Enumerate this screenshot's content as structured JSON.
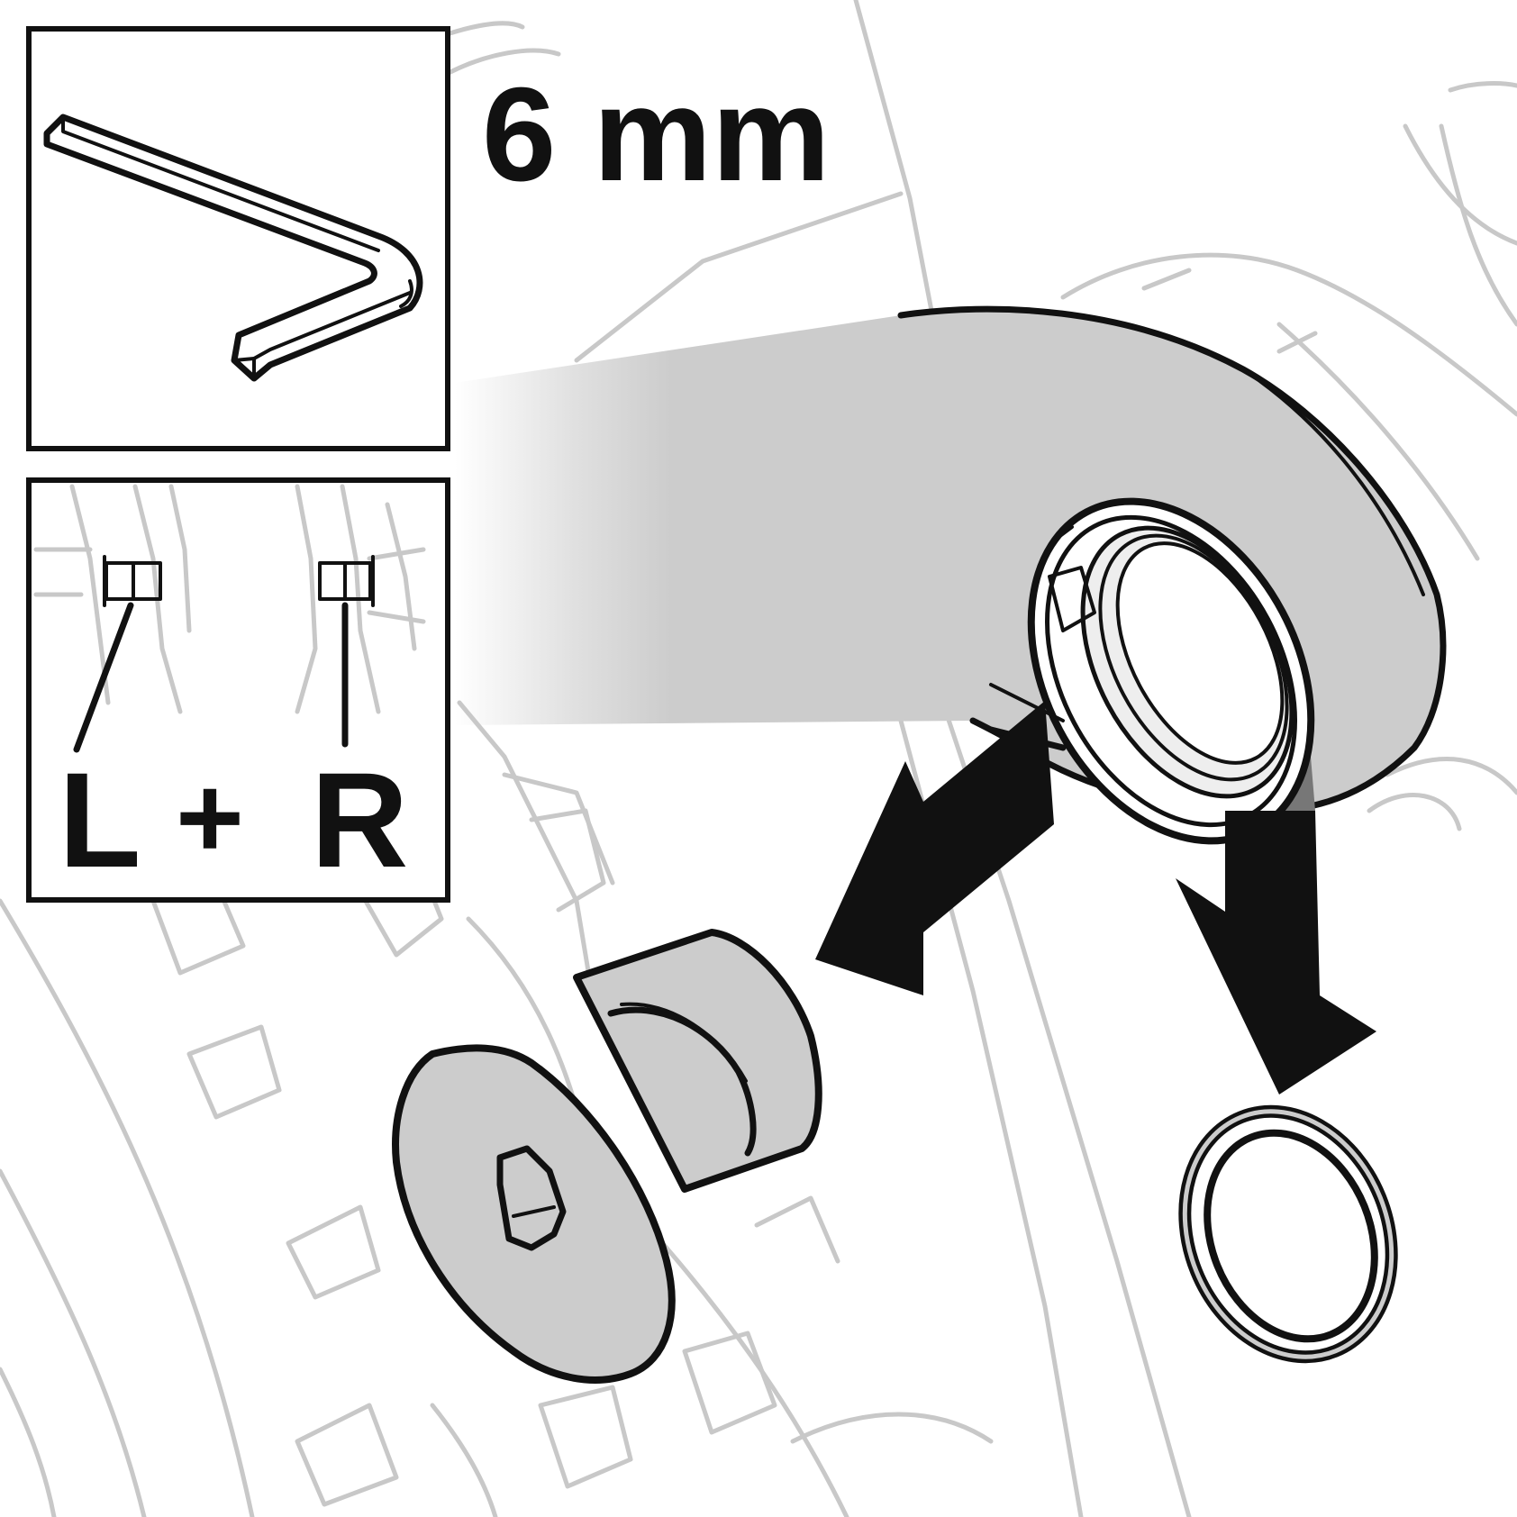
{
  "tool": {
    "icon": "hex-key-icon",
    "size_label": "6 mm"
  },
  "side_panel": {
    "left": "L",
    "plus": "+",
    "right": "R"
  },
  "colors": {
    "ink": "#111111",
    "part_fill": "#cccccc",
    "background_lines": "#c8c8c8",
    "background": "#ffffff"
  }
}
